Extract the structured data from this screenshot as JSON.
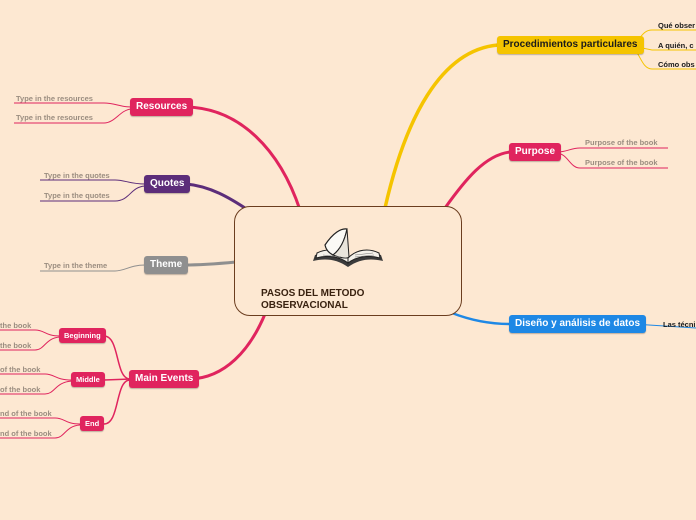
{
  "central": {
    "title": "PASOS DEL METODO OBSERVACIONAL",
    "icon": "open-book-icon"
  },
  "colors": {
    "background": "#fde8d2",
    "resources": "#e0245e",
    "quotes": "#5c2d7a",
    "theme": "#8f8f8f",
    "main_events": "#e0245e",
    "procedimientos": "#f5c400",
    "purpose": "#e0245e",
    "diseno": "#1e88e5"
  },
  "resources": {
    "label": "Resources",
    "leaves": [
      "Type in the resources",
      "Type in the resources"
    ]
  },
  "quotes": {
    "label": "Quotes",
    "leaves": [
      "Type in the quotes",
      "Type in the quotes"
    ]
  },
  "theme": {
    "label": "Theme",
    "leaves": [
      "Type in the theme"
    ]
  },
  "main_events": {
    "label": "Main Events",
    "beginning": {
      "label": "Beginning",
      "leaves": [
        "the book",
        "the book"
      ]
    },
    "middle": {
      "label": "Middle",
      "leaves": [
        "of the book",
        "of the book"
      ]
    },
    "end": {
      "label": "End",
      "leaves": [
        "nd of the book",
        "nd of the book"
      ]
    }
  },
  "procedimientos": {
    "label": "Procedimientos particulares",
    "leaves": [
      "Qué obser",
      "A quién, c",
      "Cómo obs"
    ]
  },
  "purpose": {
    "label": "Purpose",
    "leaves": [
      "Purpose of the book",
      "Purpose of the book"
    ]
  },
  "diseno": {
    "label": "Diseño y análisis de datos",
    "leaves": [
      "Las técni"
    ]
  }
}
